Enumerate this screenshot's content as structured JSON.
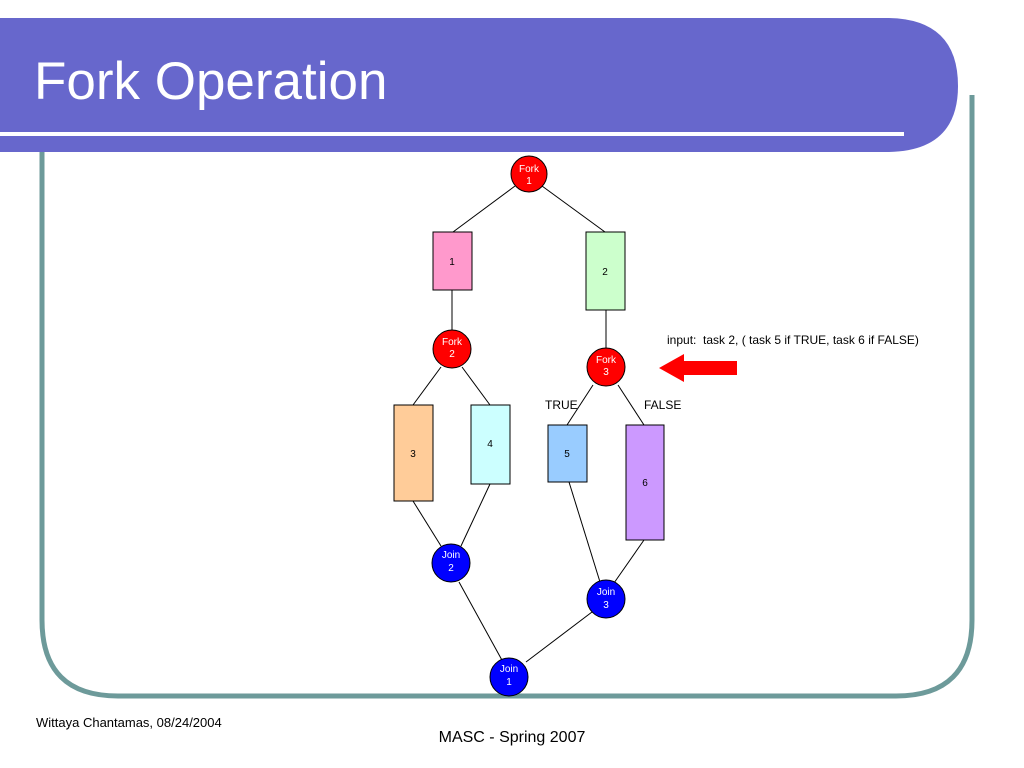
{
  "slide": {
    "title": "Fork Operation",
    "author_date": "Wittaya Chantamas, 08/24/2004",
    "course": "MASC - Spring 2007"
  },
  "diagram": {
    "nodes": {
      "fork1": {
        "line1": "Fork",
        "line2": "1"
      },
      "fork2": {
        "line1": "Fork",
        "line2": "2"
      },
      "fork3": {
        "line1": "Fork",
        "line2": "3"
      },
      "join1": {
        "line1": "Join",
        "line2": "1"
      },
      "join2": {
        "line1": "Join",
        "line2": "2"
      },
      "join3": {
        "line1": "Join",
        "line2": "3"
      }
    },
    "tasks": {
      "t1": "1",
      "t2": "2",
      "t3": "3",
      "t4": "4",
      "t5": "5",
      "t6": "6"
    },
    "branch_labels": {
      "true": "TRUE",
      "false": "FALSE"
    },
    "annotation": "input:  task 2, ( task 5 if TRUE, task 6 if FALSE)",
    "colors": {
      "header": "#6767cc",
      "frame": "#6d9a9a",
      "fork": "#ff0000",
      "join": "#0000ff",
      "task1": "#ff99cc",
      "task2": "#ccffcc",
      "task3": "#ffcc99",
      "task4": "#ccffff",
      "task5": "#99ccff",
      "task6": "#cc99ff",
      "arrow": "#ff0000"
    },
    "icons": {
      "arrow": "left-arrow-icon"
    }
  }
}
